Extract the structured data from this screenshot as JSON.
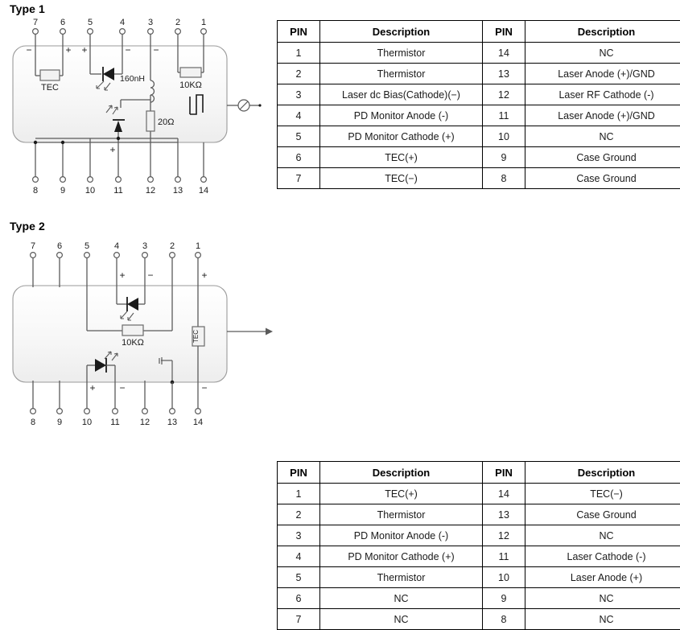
{
  "page": {
    "background": "#ffffff",
    "line_color": "#4a4a4a",
    "text_color": "#1a1a1a",
    "border_color": "#000000"
  },
  "sections": [
    {
      "id": "type1",
      "title": "Type 1",
      "schematic": {
        "top_pins": [
          "7",
          "6",
          "5",
          "4",
          "3",
          "2",
          "1"
        ],
        "bottom_pins": [
          "8",
          "9",
          "10",
          "11",
          "12",
          "13",
          "14"
        ],
        "top_polarity": [
          "−",
          "+",
          "+",
          "−",
          "−",
          "",
          ""
        ],
        "bottom_polarity": [
          "",
          "",
          "",
          "+",
          "",
          "",
          ""
        ],
        "components": [
          {
            "name": "tec",
            "label": "TEC"
          },
          {
            "name": "inductor",
            "label": "160nH"
          },
          {
            "name": "thermistor",
            "label": "10KΩ"
          },
          {
            "name": "resistor",
            "label": "20Ω"
          }
        ],
        "optical_output": "optical-output-port"
      },
      "table": {
        "headers": [
          "PIN",
          "Description",
          "PIN",
          "Description"
        ],
        "rows": [
          [
            "1",
            "Thermistor",
            "14",
            "NC"
          ],
          [
            "2",
            "Thermistor",
            "13",
            "Laser Anode (+)/GND"
          ],
          [
            "3",
            "Laser dc Bias(Cathode)(−)",
            "12",
            "Laser RF Cathode (-)"
          ],
          [
            "4",
            "PD Monitor Anode (-)",
            "11",
            "Laser Anode (+)/GND"
          ],
          [
            "5",
            "PD Monitor Cathode (+)",
            "10",
            "NC"
          ],
          [
            "6",
            "TEC(+)",
            "9",
            "Case Ground"
          ],
          [
            "7",
            "TEC(−)",
            "8",
            "Case Ground"
          ]
        ]
      }
    },
    {
      "id": "type2",
      "title": "Type 2",
      "schematic": {
        "top_pins": [
          "7",
          "6",
          "5",
          "4",
          "3",
          "2",
          "1"
        ],
        "bottom_pins": [
          "8",
          "9",
          "10",
          "11",
          "12",
          "13",
          "14"
        ],
        "top_polarity": [
          "",
          "",
          "",
          "+",
          "−",
          "",
          "+"
        ],
        "bottom_polarity": [
          "",
          "",
          "+",
          "−",
          "",
          "",
          "−"
        ],
        "components": [
          {
            "name": "thermistor",
            "label": "10KΩ"
          },
          {
            "name": "tec",
            "label": "TEC"
          }
        ],
        "optical_output": "optical-output-arrow"
      },
      "table": {
        "headers": [
          "PIN",
          "Description",
          "PIN",
          "Description"
        ],
        "rows": [
          [
            "1",
            "TEC(+)",
            "14",
            "TEC(−)"
          ],
          [
            "2",
            "Thermistor",
            "13",
            "Case Ground"
          ],
          [
            "3",
            "PD Monitor Anode (-)",
            "12",
            "NC"
          ],
          [
            "4",
            "PD Monitor Cathode (+)",
            "11",
            "Laser Cathode (-)"
          ],
          [
            "5",
            "Thermistor",
            "10",
            "Laser Anode (+)"
          ],
          [
            "6",
            "NC",
            "9",
            "NC"
          ],
          [
            "7",
            "NC",
            "8",
            "NC"
          ]
        ]
      }
    }
  ]
}
